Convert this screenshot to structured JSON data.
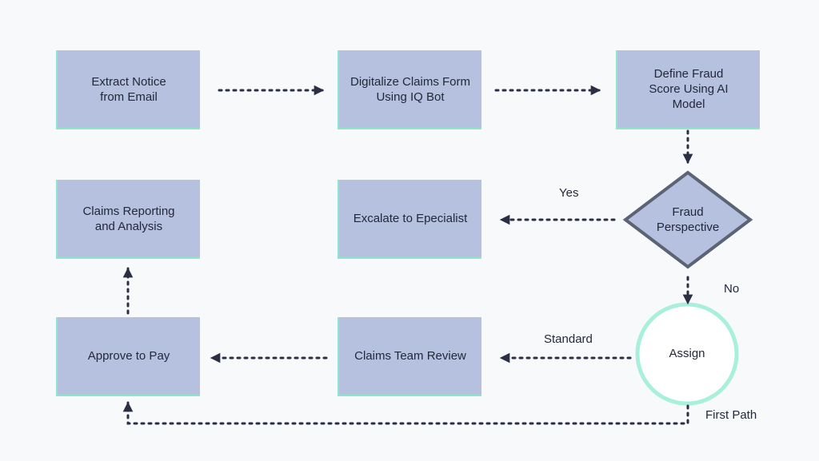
{
  "nodes": {
    "extract": "Extract Notice\nfrom Email",
    "digitalize": "Digitalize Claims Form\nUsing IQ Bot",
    "define": "Define Fraud\nScore Using AI\nModel",
    "reporting": "Claims Reporting\nand Analysis",
    "escalate": "Excalate to Epecialist",
    "fraud": "Fraud\nPerspective",
    "approve": "Approve to Pay",
    "review": "Claims Team Review",
    "assign": "Assign"
  },
  "edge_labels": {
    "yes": "Yes",
    "no": "No",
    "standard": "Standard",
    "first_path": "First Path"
  },
  "colors": {
    "box_fill": "#b5c1df",
    "box_accent": "#8fe6cf",
    "diamond_border": "#5c6375",
    "circle_border": "#a8f0dc",
    "arrow": "#2a2f45"
  }
}
